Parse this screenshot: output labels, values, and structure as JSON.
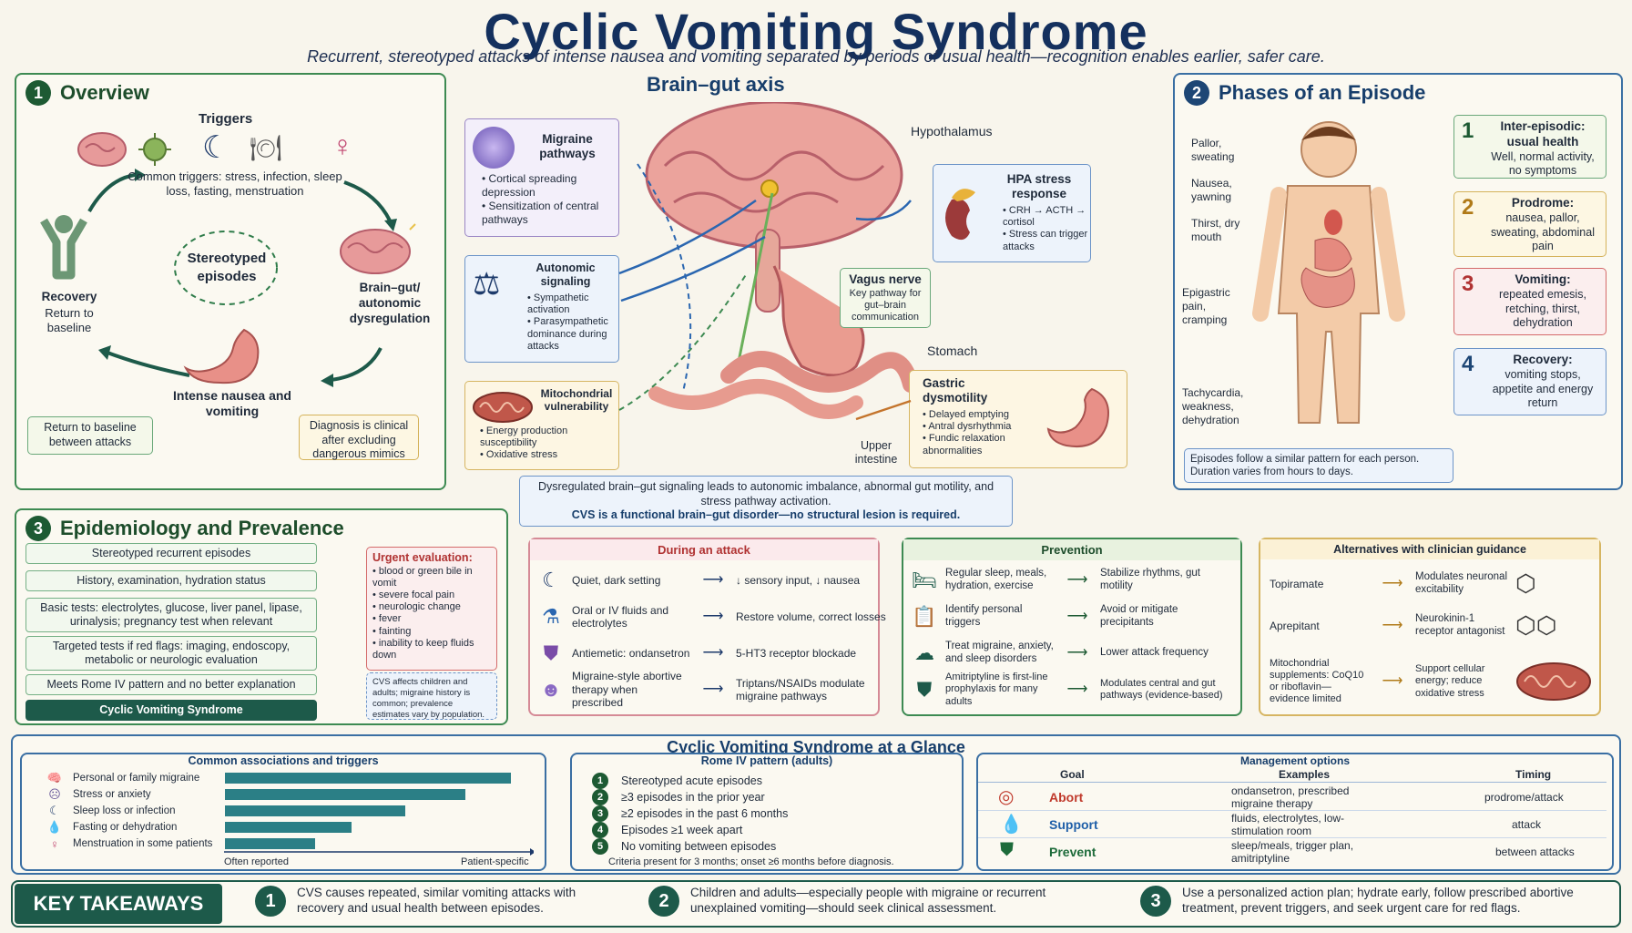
{
  "header": {
    "title": "Cyclic Vomiting Syndrome",
    "subtitle": "Recurrent, stereotyped attacks of intense nausea and vomiting separated by periods of usual health—recognition enables earlier, safer care."
  },
  "overview": {
    "num": "1",
    "title": "Overview",
    "triggers_title": "Triggers",
    "triggers_text": "Common triggers: stress, infection, sleep loss, fasting, menstruation",
    "center": "Stereotyped episodes",
    "brain_gut": "Brain–gut/ autonomic dysregulation",
    "nausea": "Intense nausea and vomiting",
    "recovery_title": "Recovery",
    "recovery_text": "Return to baseline",
    "return_box": "Return to baseline between attacks",
    "diagnosis_box": "Diagnosis is clinical after excluding dangerous mimics"
  },
  "brain_gut": {
    "title": "Brain–gut axis",
    "hypothalamus": "Hypothalamus",
    "stomach": "Stomach",
    "upper_intestine": "Upper intestine",
    "migraine": {
      "title": "Migraine pathways",
      "items": [
        "Cortical spreading depression",
        "Sensitization of central pathways"
      ]
    },
    "autonomic": {
      "title": "Autonomic signaling",
      "items": [
        "Sympathetic activation",
        "Parasympathetic dominance during attacks"
      ]
    },
    "mito": {
      "title": "Mitochondrial vulnerability",
      "items": [
        "Energy production susceptibility",
        "Oxidative stress"
      ]
    },
    "hpa": {
      "title": "HPA stress response",
      "items": [
        "CRH → ACTH → cortisol",
        "Stress can trigger attacks"
      ]
    },
    "vagus": {
      "title": "Vagus nerve",
      "text": "Key pathway for gut–brain communication"
    },
    "gastric": {
      "title": "Gastric dysmotility",
      "items": [
        "Delayed emptying",
        "Antral dysrhythmia",
        "Fundic relaxation abnormalities"
      ]
    },
    "summary1": "Dysregulated brain–gut signaling leads to autonomic imbalance, abnormal gut motility, and stress pathway activation.",
    "summary2": "CVS is a functional brain–gut disorder—no structural lesion is required."
  },
  "phases": {
    "num": "2",
    "title": "Phases of an Episode",
    "body_labels": [
      "Pallor, sweating",
      "Nausea, yawning",
      "Thirst, dry mouth",
      "Epigastric pain, cramping",
      "Tachycardia, weakness, dehydration"
    ],
    "steps": [
      {
        "n": "1",
        "title": "Inter-episodic: usual health",
        "text": "Well, normal activity, no symptoms"
      },
      {
        "n": "2",
        "title": "Prodrome:",
        "text": "nausea, pallor, sweating, abdominal pain"
      },
      {
        "n": "3",
        "title": "Vomiting:",
        "text": "repeated emesis, retching, thirst, dehydration"
      },
      {
        "n": "4",
        "title": "Recovery:",
        "text": "vomiting stops, appetite and energy return"
      }
    ],
    "note": "Episodes follow a similar pattern for each person. Duration varies from hours to days."
  },
  "epi": {
    "num": "3",
    "title": "Epidemiology and Prevalence",
    "flow": [
      "Stereotyped recurrent episodes",
      "History, examination, hydration status",
      "Basic tests: electrolytes, glucose, liver panel, lipase, urinalysis; pregnancy test when relevant",
      "Targeted tests if red flags: imaging, endoscopy, metabolic or neurologic evaluation",
      "Meets Rome IV pattern and no better explanation",
      "Cyclic Vomiting Syndrome"
    ],
    "urgent_title": "Urgent evaluation:",
    "urgent_items": [
      "blood or green bile in vomit",
      "severe focal pain",
      "neurologic change",
      "fever",
      "fainting",
      "inability to keep fluids down"
    ],
    "note": "CVS affects children and adults; migraine history is common; prevalence estimates vary by population."
  },
  "attack": {
    "title": "During an attack",
    "rows": [
      {
        "a": "Quiet, dark setting",
        "b": "↓ sensory input, ↓ nausea"
      },
      {
        "a": "Oral or IV fluids and electrolytes",
        "b": "Restore volume, correct losses"
      },
      {
        "a": "Antiemetic: ondansetron",
        "b": "5-HT3 receptor blockade"
      },
      {
        "a": "Migraine-style abortive therapy when prescribed",
        "b": "Triptans/NSAIDs modulate migraine pathways"
      }
    ]
  },
  "prevention": {
    "title": "Prevention",
    "rows": [
      {
        "a": "Regular sleep, meals, hydration, exercise",
        "b": "Stabilize rhythms, gut motility"
      },
      {
        "a": "Identify personal triggers",
        "b": "Avoid or mitigate precipitants"
      },
      {
        "a": "Treat migraine, anxiety, and sleep disorders",
        "b": "Lower attack frequency"
      },
      {
        "a": "Amitriptyline is first-line prophylaxis for many adults",
        "b": "Modulates central and gut pathways (evidence-based)"
      }
    ]
  },
  "alternatives": {
    "title": "Alternatives with clinician guidance",
    "rows": [
      {
        "a": "Topiramate",
        "b": "Modulates neuronal excitability"
      },
      {
        "a": "Aprepitant",
        "b": "Neurokinin-1 receptor antagonist"
      },
      {
        "a": "Mitochondrial supplements: CoQ10 or riboflavin—evidence limited",
        "b": "Support cellular energy; reduce oxidative stress"
      }
    ]
  },
  "glance": {
    "title": "Cyclic Vomiting Syndrome at a Glance",
    "assoc_title": "Common associations and triggers",
    "assoc": [
      {
        "label": "Personal or family migraine",
        "value": 0.95
      },
      {
        "label": "Stress or anxiety",
        "value": 0.8
      },
      {
        "label": "Sleep loss or infection",
        "value": 0.6
      },
      {
        "label": "Fasting or dehydration",
        "value": 0.42
      },
      {
        "label": "Menstruation in some patients",
        "value": 0.3
      }
    ],
    "axis_left": "Often reported",
    "axis_right": "Patient-specific",
    "rome_title": "Rome IV pattern (adults)",
    "rome": [
      "Stereotyped acute episodes",
      "≥3 episodes in the prior year",
      "≥2 episodes in the past 6 months",
      "Episodes ≥1 week apart",
      "No vomiting between episodes"
    ],
    "rome_note": "Criteria present for 3 months; onset ≥6 months before diagnosis.",
    "mgmt_title": "Management options",
    "mgmt_headers": [
      "Goal",
      "Examples",
      "Timing"
    ],
    "mgmt": [
      {
        "goal": "Abort",
        "ex": "ondansetron, prescribed migraine therapy",
        "time": "prodrome/attack",
        "color": "#c0392b"
      },
      {
        "goal": "Support",
        "ex": "fluids, electrolytes, low-stimulation room",
        "time": "attack",
        "color": "#1f5fa8"
      },
      {
        "goal": "Prevent",
        "ex": "sleep/meals, trigger plan, amitriptyline",
        "time": "between attacks",
        "color": "#1d6b3a"
      }
    ]
  },
  "takeaways": {
    "label": "KEY TAKEAWAYS",
    "items": [
      {
        "n": "1",
        "text": "CVS causes repeated, similar vomiting attacks with recovery and usual health between episodes."
      },
      {
        "n": "2",
        "text": "Children and adults—especially people with migraine or recurrent unexplained vomiting—should seek clinical assessment."
      },
      {
        "n": "3",
        "text": "Use a personalized action plan; hydrate early, follow prescribed abortive treatment, prevent triggers, and seek urgent care for red flags."
      }
    ]
  }
}
